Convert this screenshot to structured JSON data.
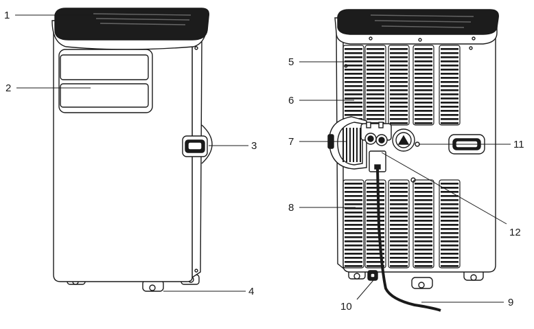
{
  "labels": {
    "l1": "1",
    "l2": "2",
    "l3": "3",
    "l4": "4",
    "l5": "5",
    "l6": "6",
    "l7": "7",
    "l8": "8",
    "l9": "9",
    "l10": "10",
    "l11": "11",
    "l12": "12"
  },
  "colors": {
    "stroke": "#1a1a1a",
    "top_panel": "#1c1c1c",
    "fill": "#ffffff"
  }
}
